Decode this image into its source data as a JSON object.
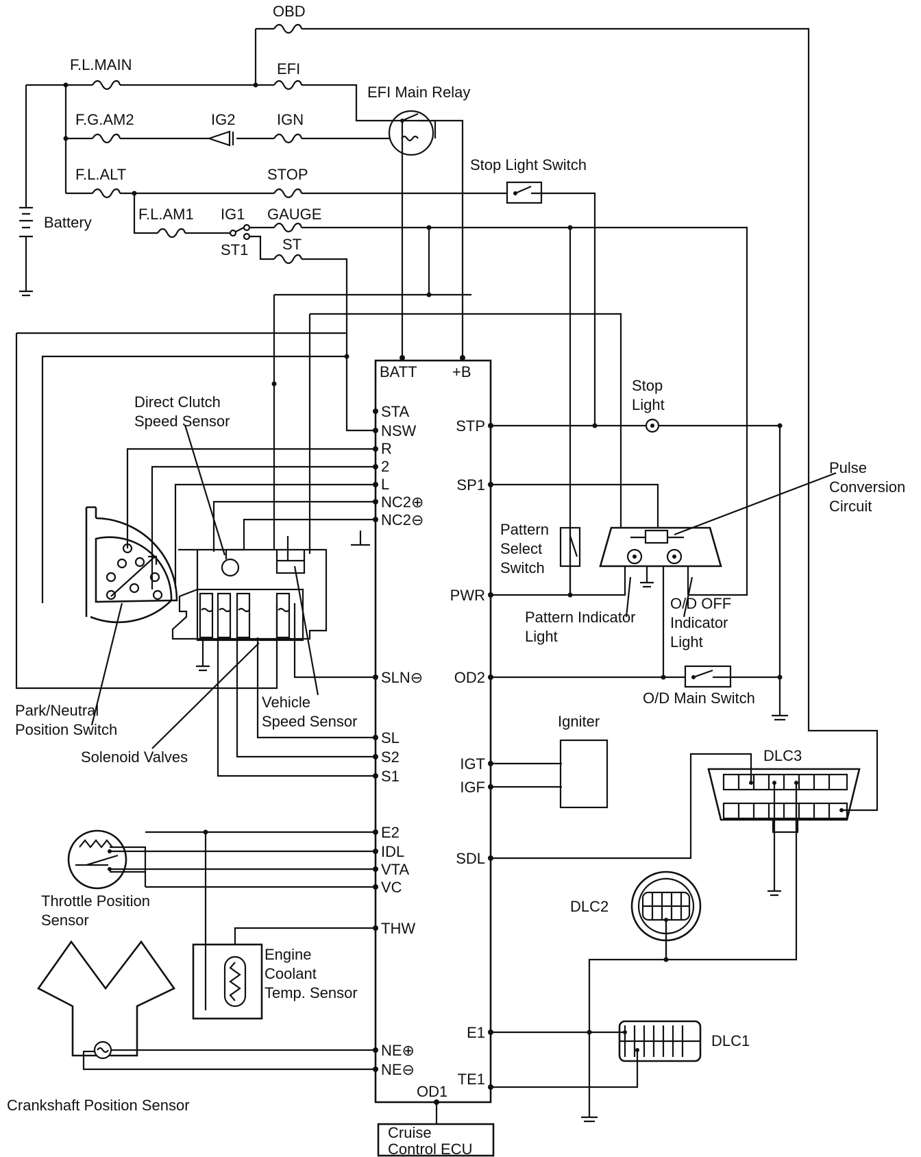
{
  "fuses": {
    "obd": "OBD",
    "fl_main": "F.L.MAIN",
    "efi": "EFI",
    "fg_am2": "F.G.AM2",
    "ig2": "IG2",
    "ign": "IGN",
    "fl_alt": "F.L.ALT",
    "stop": "STOP",
    "fl_am1": "F.L.AM1",
    "ig1": "IG1",
    "gauge": "GAUGE",
    "st1": "ST1",
    "st": "ST"
  },
  "components": {
    "battery": "Battery",
    "efi_main_relay": "EFI Main Relay",
    "stop_light_switch": "Stop Light Switch",
    "stop_light": [
      "Stop",
      "Light"
    ],
    "pulse_conversion_circuit": [
      "Pulse",
      "Conversion",
      "Circuit"
    ],
    "pattern_select_switch": [
      "Pattern",
      "Select",
      "Switch"
    ],
    "pattern_indicator_light": [
      "Pattern Indicator",
      "Light"
    ],
    "od_off_indicator_light": [
      "O/D OFF",
      "Indicator",
      "Light"
    ],
    "od_main_switch": "O/D Main Switch",
    "igniter": "Igniter",
    "dlc3": "DLC3",
    "dlc2": "DLC2",
    "dlc1": "DLC1",
    "direct_clutch_speed_sensor": [
      "Direct Clutch",
      "Speed Sensor"
    ],
    "park_neutral_position_switch": [
      "Park/Neutral",
      "Position Switch"
    ],
    "vehicle_speed_sensor": [
      "Vehicle",
      "Speed Sensor"
    ],
    "solenoid_valves": "Solenoid Valves",
    "throttle_position_sensor": [
      "Throttle Position",
      "Sensor"
    ],
    "engine_coolant_temp_sensor": [
      "Engine",
      "Coolant",
      "Temp. Sensor"
    ],
    "crankshaft_position_sensor": "Crankshaft Position Sensor",
    "cruise_control_ecu": [
      "Cruise",
      "Control ECU"
    ]
  },
  "ecu": {
    "top_pins": [
      "BATT",
      "+B"
    ],
    "left_pins": [
      "STA",
      "NSW",
      "R",
      "2",
      "L",
      "NC2⊕",
      "NC2⊖",
      "SLN⊖",
      "SL",
      "S2",
      "S1",
      "E2",
      "IDL",
      "VTA",
      "VC",
      "THW",
      "NE⊕",
      "NE⊖"
    ],
    "right_pins": [
      "STP",
      "SP1",
      "PWR",
      "OD2",
      "IGT",
      "IGF",
      "SDL",
      "E1",
      "TE1"
    ],
    "bottom_pin": "OD1"
  }
}
